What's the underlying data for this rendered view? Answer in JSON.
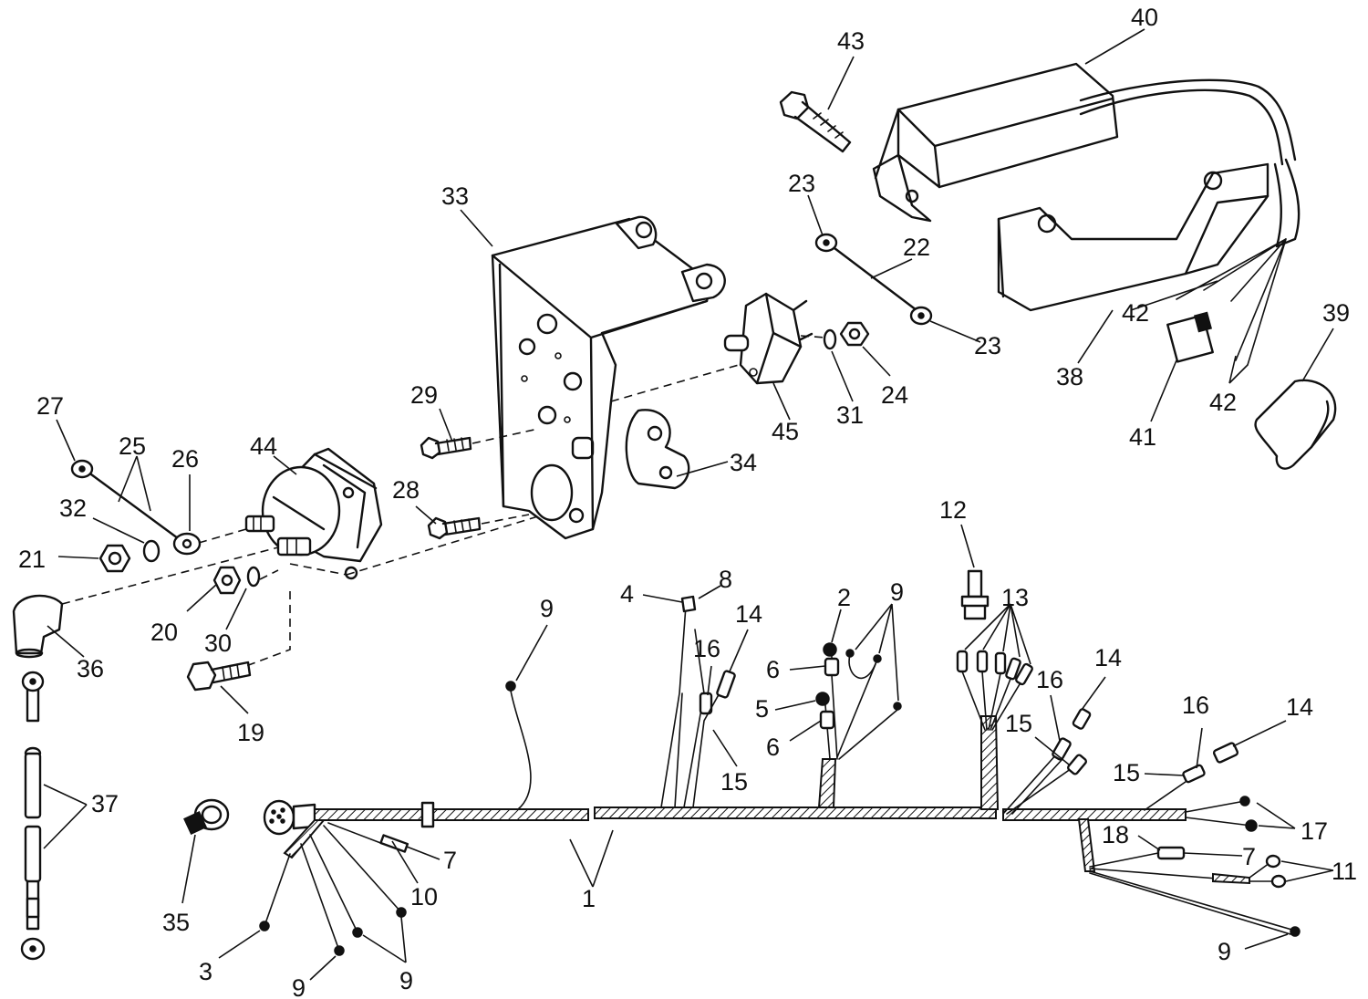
{
  "callouts": [
    {
      "id": "43",
      "text": "43"
    },
    {
      "id": "40",
      "text": "40"
    },
    {
      "id": "33",
      "text": "33"
    },
    {
      "id": "23a",
      "text": "23"
    },
    {
      "id": "22",
      "text": "22"
    },
    {
      "id": "23b",
      "text": "23"
    },
    {
      "id": "42a",
      "text": "42"
    },
    {
      "id": "39",
      "text": "39"
    },
    {
      "id": "38",
      "text": "38"
    },
    {
      "id": "42b",
      "text": "42"
    },
    {
      "id": "41",
      "text": "41"
    },
    {
      "id": "29",
      "text": "29"
    },
    {
      "id": "45",
      "text": "45"
    },
    {
      "id": "31",
      "text": "31"
    },
    {
      "id": "24",
      "text": "24"
    },
    {
      "id": "27",
      "text": "27"
    },
    {
      "id": "25",
      "text": "25"
    },
    {
      "id": "26",
      "text": "26"
    },
    {
      "id": "44",
      "text": "44"
    },
    {
      "id": "34",
      "text": "34"
    },
    {
      "id": "32",
      "text": "32"
    },
    {
      "id": "28",
      "text": "28"
    },
    {
      "id": "21",
      "text": "21"
    },
    {
      "id": "12",
      "text": "12"
    },
    {
      "id": "8",
      "text": "8"
    },
    {
      "id": "4",
      "text": "4"
    },
    {
      "id": "2",
      "text": "2"
    },
    {
      "id": "9a",
      "text": "9"
    },
    {
      "id": "13",
      "text": "13"
    },
    {
      "id": "20",
      "text": "20"
    },
    {
      "id": "9b",
      "text": "9"
    },
    {
      "id": "14a",
      "text": "14"
    },
    {
      "id": "30",
      "text": "30"
    },
    {
      "id": "36",
      "text": "36"
    },
    {
      "id": "16a",
      "text": "16"
    },
    {
      "id": "6a",
      "text": "6"
    },
    {
      "id": "14b",
      "text": "14"
    },
    {
      "id": "16b",
      "text": "16"
    },
    {
      "id": "5",
      "text": "5"
    },
    {
      "id": "15a",
      "text": "15"
    },
    {
      "id": "16c",
      "text": "16"
    },
    {
      "id": "14c",
      "text": "14"
    },
    {
      "id": "19",
      "text": "19"
    },
    {
      "id": "6b",
      "text": "6"
    },
    {
      "id": "15b",
      "text": "15"
    },
    {
      "id": "15c",
      "text": "15"
    },
    {
      "id": "37",
      "text": "37"
    },
    {
      "id": "17",
      "text": "17"
    },
    {
      "id": "18",
      "text": "18"
    },
    {
      "id": "7a",
      "text": "7"
    },
    {
      "id": "7b",
      "text": "7"
    },
    {
      "id": "11",
      "text": "11"
    },
    {
      "id": "10",
      "text": "10"
    },
    {
      "id": "1",
      "text": "1"
    },
    {
      "id": "35",
      "text": "35"
    },
    {
      "id": "3",
      "text": "3"
    },
    {
      "id": "9c",
      "text": "9"
    },
    {
      "id": "9d",
      "text": "9"
    },
    {
      "id": "9e",
      "text": "9"
    }
  ]
}
